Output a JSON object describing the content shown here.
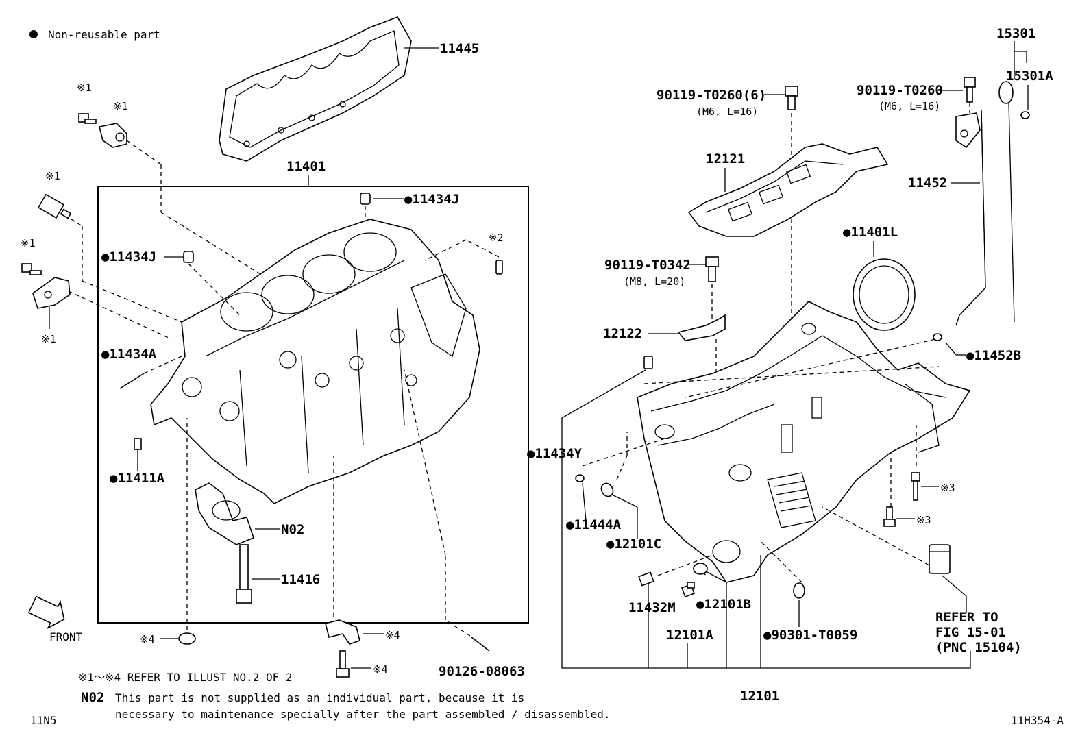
{
  "legend": {
    "symbol": "●",
    "text": "Non-reusable part"
  },
  "labels": {
    "p11445": "11445",
    "p11401": "11401",
    "p11434J_top": "●11434J",
    "p11434J_left": "●11434J",
    "p11434A": "●11434A",
    "p11411A": "●11411A",
    "pN02": "N02",
    "p11416": "11416",
    "p90126": "90126-08063",
    "bolt_t0260_6": "90119-T0260(6)",
    "bolt_t0260_6_spec": "(M6, L=16)",
    "bolt_t0260": "90119-T0260",
    "bolt_t0260_spec": "(M6, L=16)",
    "p15301": "15301",
    "p15301A": "15301A",
    "p12121": "12121",
    "p11452": "11452",
    "p11401L": "●11401L",
    "bolt_t0342": "90119-T0342",
    "bolt_t0342_spec": "(M8, L=20)",
    "p12122": "12122",
    "p11452B": "●11452B",
    "p11434Y": "●11434Y",
    "p11444A": "●11444A",
    "p12101C": "●12101C",
    "p11432M": "11432M",
    "p12101B": "●12101B",
    "p12101A": "12101A",
    "p90301": "●90301-T0059",
    "refer_1": "REFER TO",
    "refer_2": "FIG 15-01",
    "refer_3": "(PNC 15104)",
    "p12101": "12101"
  },
  "ref_marks": {
    "r1a": "※1",
    "r1b": "※1",
    "r1c": "※1",
    "r1d": "※1",
    "r1e": "※1",
    "r2": "※2",
    "r3a": "※3",
    "r3b": "※3",
    "r4a": "※4",
    "r4b": "※4",
    "r4c": "※4"
  },
  "front_label": "FRONT",
  "notes": {
    "refer_illust": "※1～※4 REFER TO ILLUST NO.2 OF 2",
    "n02_code": "N02",
    "n02_line1": "This part is not supplied as an individual part, because it is",
    "n02_line2": "necessary to maintenance specially after the part assembled / disassembled."
  },
  "footer": {
    "left_code": "11N5",
    "right_code": "11H354-A"
  }
}
